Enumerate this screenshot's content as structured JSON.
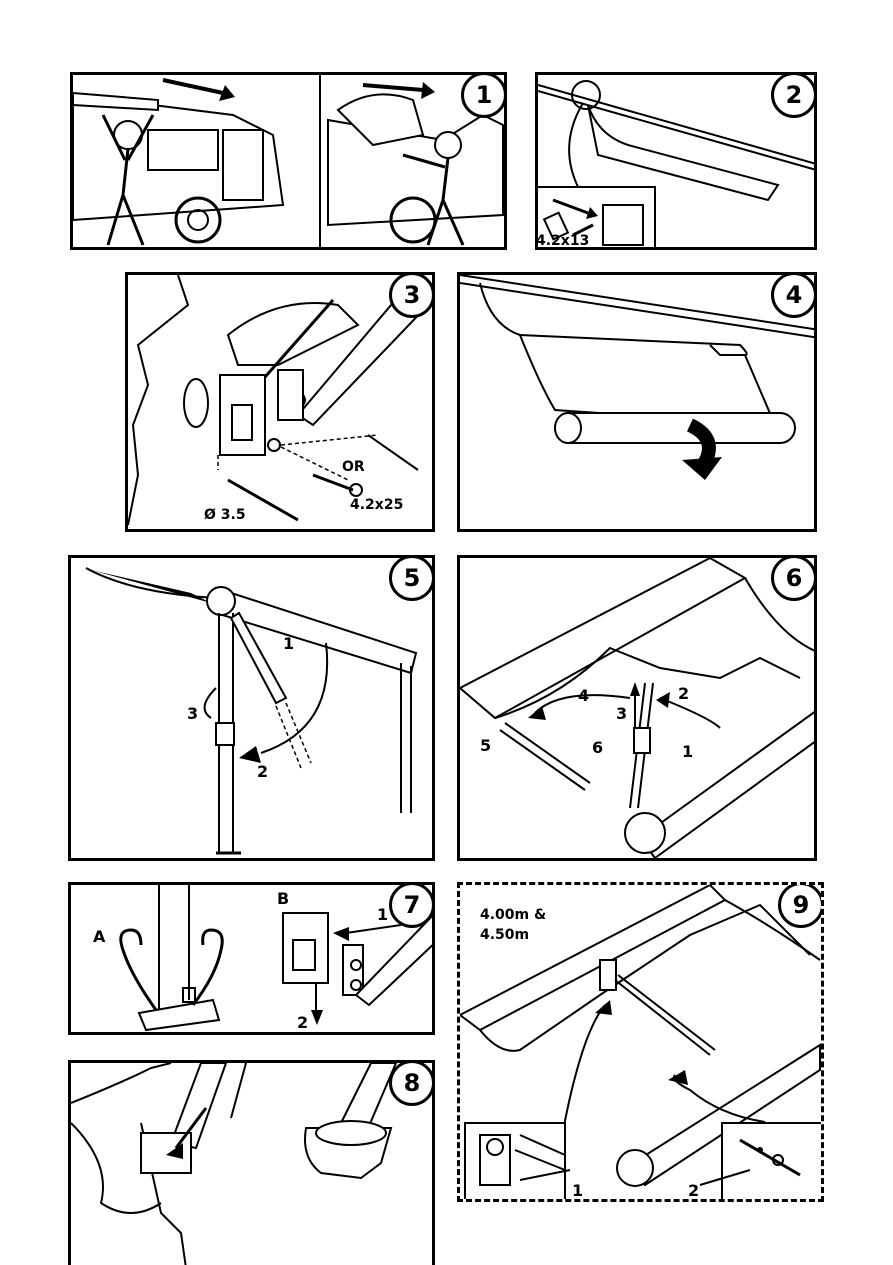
{
  "steps": [
    {
      "number": "1"
    },
    {
      "number": "2",
      "screw": "4.2x13"
    },
    {
      "number": "3",
      "drill": "Ø 3.5",
      "or": "OR",
      "screw": "4.2x25"
    },
    {
      "number": "4"
    },
    {
      "number": "5",
      "arrows": [
        "1",
        "2",
        "3"
      ]
    },
    {
      "number": "6",
      "arrows": [
        "1",
        "2",
        "3",
        "4",
        "5",
        "6"
      ]
    },
    {
      "number": "7",
      "label_a": "A",
      "label_b": "B",
      "arrows": [
        "1",
        "2"
      ]
    },
    {
      "number": "8"
    },
    {
      "number": "9",
      "size_note_line1": "4.00m &",
      "size_note_line2": "4.50m",
      "arrows": [
        "1",
        "2"
      ]
    }
  ]
}
